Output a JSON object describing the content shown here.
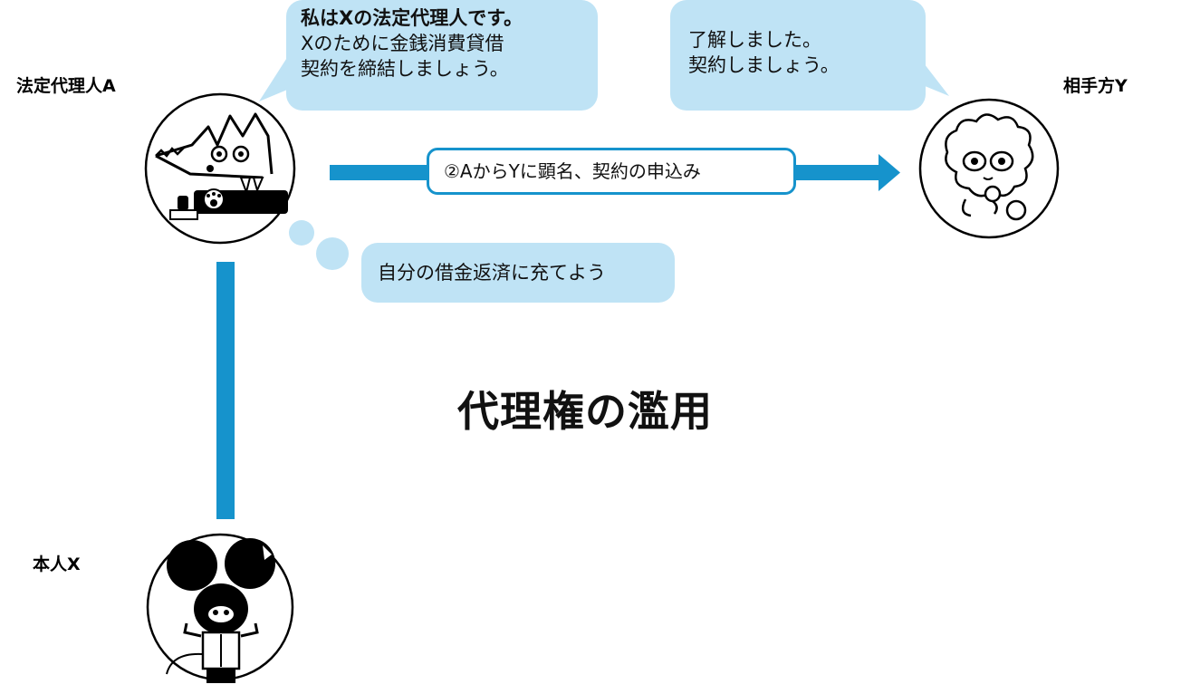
{
  "labels": {
    "agent": "法定代理人A",
    "counterparty": "相手方Y",
    "principal": "本人X"
  },
  "bubbles": {
    "agent_speech": {
      "line1": "私はXの法定代理人です。",
      "line2": "Xのために金銭消費貸借",
      "line3": "契約を締結しましょう。"
    },
    "counterparty_speech": {
      "line1": "了解しました。",
      "line2": "契約しましょう。"
    },
    "agent_thought": "自分の借金返済に充てよう"
  },
  "arrow": {
    "label": "②AからYに顕名、契約の申込み"
  },
  "title": "代理権の濫用",
  "colors": {
    "accent": "#1693cc",
    "bubble": "#bfe3f5"
  },
  "icons": {
    "agent": "wolf-character-icon",
    "counterparty": "sheep-character-icon",
    "principal": "mouse-character-icon"
  }
}
